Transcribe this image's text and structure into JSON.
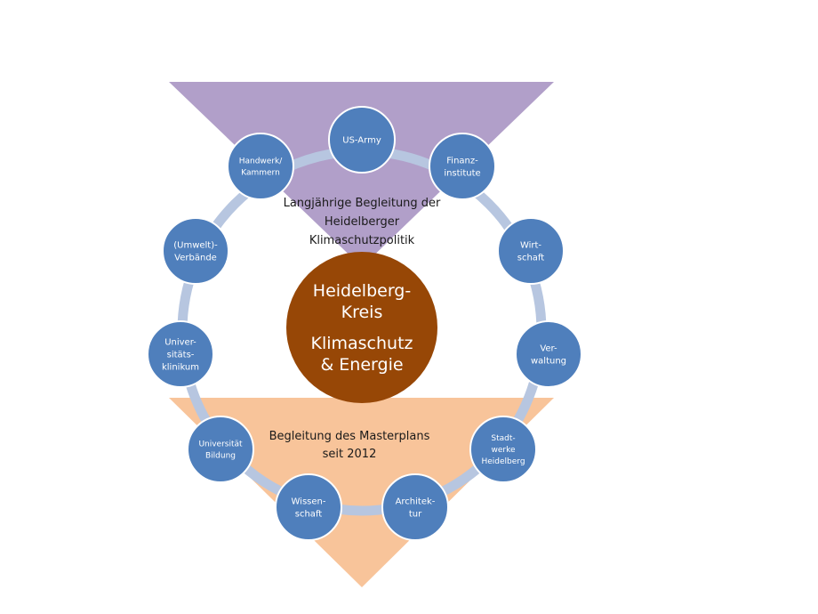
{
  "colors": {
    "top_band": "#b19fc9",
    "bottom_band": "#f8c49a",
    "ring": "#b7c6e0",
    "node_fill": "#4f7fbc",
    "node_stroke": "#ffffff",
    "center_fill": "#974706"
  },
  "top_band_text": [
    "Langjährige Begleitung der",
    "Heidelberger",
    "Klimaschutzpolitik"
  ],
  "bottom_band_text": [
    "Begleitung des Masterplans",
    "seit 2012"
  ],
  "center_lines": [
    "Heidelberg-",
    "Kreis",
    "Klimaschutz",
    "& Energie"
  ],
  "nodes": [
    {
      "id": "us-army",
      "lines": [
        "US-Army"
      ]
    },
    {
      "id": "finanzinstitute",
      "lines": [
        "Finanz-",
        "institute"
      ]
    },
    {
      "id": "wirtschaft",
      "lines": [
        "Wirt-",
        "schaft"
      ]
    },
    {
      "id": "verwaltung",
      "lines": [
        "Ver-",
        "waltung"
      ]
    },
    {
      "id": "stadtwerke",
      "lines": [
        "Stadt-",
        "werke",
        "Heidelberg"
      ]
    },
    {
      "id": "architektur",
      "lines": [
        "Architek-",
        "tur"
      ]
    },
    {
      "id": "wissenschaft",
      "lines": [
        "Wissen-",
        "schaft"
      ]
    },
    {
      "id": "universitaet-bildung",
      "lines": [
        "Universität",
        "Bildung"
      ]
    },
    {
      "id": "universitaetsklinikum",
      "lines": [
        "Univer-",
        "sitäts-",
        "klinikum"
      ]
    },
    {
      "id": "umweltverbaende",
      "lines": [
        "(Umwelt)-",
        "Verbände"
      ]
    },
    {
      "id": "handwerk-kammern",
      "lines": [
        "Handwerk/",
        "Kammern"
      ]
    }
  ]
}
